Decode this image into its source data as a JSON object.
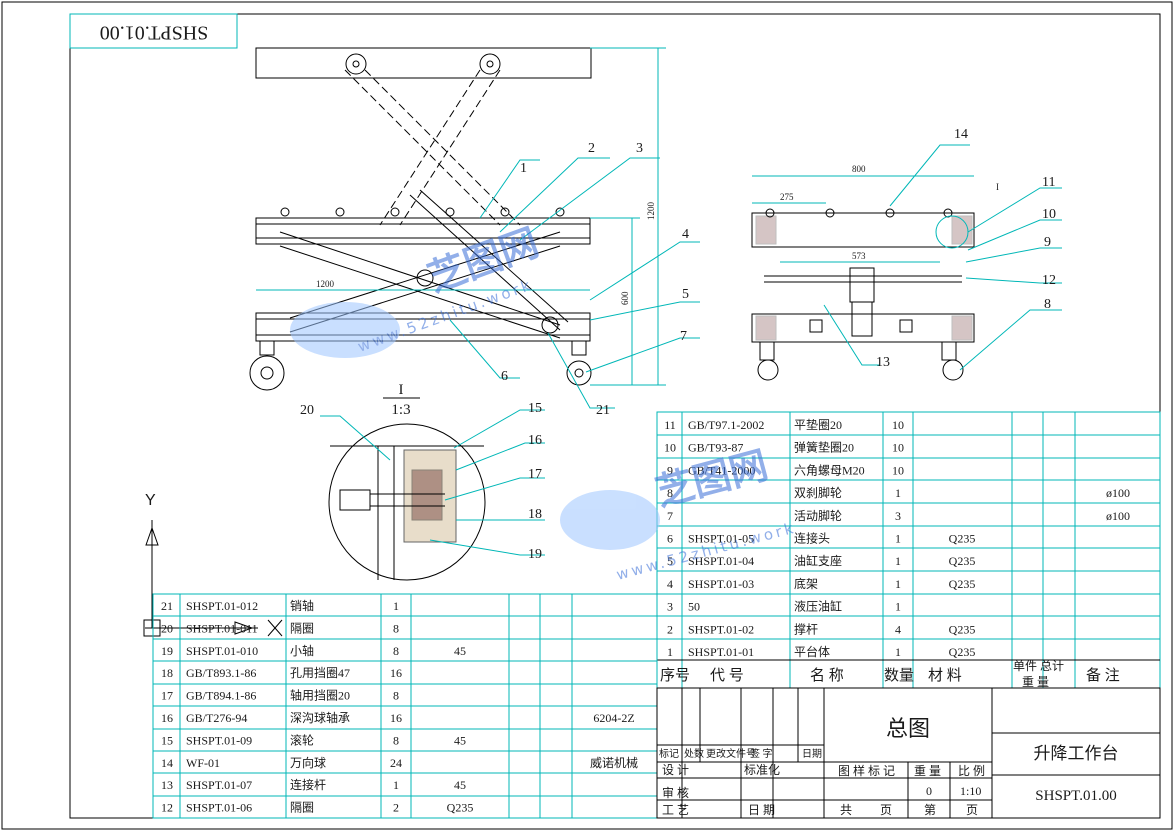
{
  "drawing_code_mirrored": "SHSPT.01.00",
  "watermark": {
    "brand": "芝图网",
    "url": "www.52zhitu.work"
  },
  "view_labels": {
    "detail_title": "I",
    "detail_scale": "1:3",
    "detail_marker": "I"
  },
  "axis_label": "Y",
  "dimensions": {
    "front_length": "1200",
    "front_height_total": "1200",
    "front_height_lower": "600",
    "side_width": "800",
    "side_left_offset": "275",
    "side_inner": "573"
  },
  "balloons": {
    "front": [
      "1",
      "2",
      "3",
      "4",
      "5",
      "6",
      "7",
      "21"
    ],
    "side": [
      "14",
      "11",
      "10",
      "9",
      "12",
      "8",
      "13"
    ],
    "detail": [
      "20",
      "15",
      "16",
      "17",
      "18",
      "19"
    ]
  },
  "bom_right": [
    {
      "no": "11",
      "code": "GB/T97.1-2002",
      "name": "平垫圈20",
      "qty": "10",
      "mat": "",
      "note": ""
    },
    {
      "no": "10",
      "code": "GB/T93-87",
      "name": "弹簧垫圈20",
      "qty": "10",
      "mat": "",
      "note": ""
    },
    {
      "no": "9",
      "code": "GB/T41-2000",
      "name": "六角螺母M20",
      "qty": "10",
      "mat": "",
      "note": ""
    },
    {
      "no": "8",
      "code": "",
      "name": "双刹脚轮",
      "qty": "1",
      "mat": "",
      "note": "ø100"
    },
    {
      "no": "7",
      "code": "",
      "name": "活动脚轮",
      "qty": "3",
      "mat": "",
      "note": "ø100"
    },
    {
      "no": "6",
      "code": "SHSPT.01-05",
      "name": "连接头",
      "qty": "1",
      "mat": "Q235",
      "note": ""
    },
    {
      "no": "5",
      "code": "SHSPT.01-04",
      "name": "油缸支座",
      "qty": "1",
      "mat": "Q235",
      "note": ""
    },
    {
      "no": "4",
      "code": "SHSPT.01-03",
      "name": "底架",
      "qty": "1",
      "mat": "Q235",
      "note": ""
    },
    {
      "no": "3",
      "code": "50",
      "name": "液压油缸",
      "qty": "1",
      "mat": "",
      "note": ""
    },
    {
      "no": "2",
      "code": "SHSPT.01-02",
      "name": "撑杆",
      "qty": "4",
      "mat": "Q235",
      "note": ""
    },
    {
      "no": "1",
      "code": "SHSPT.01-01",
      "name": "平台体",
      "qty": "1",
      "mat": "Q235",
      "note": ""
    }
  ],
  "bom_header": {
    "no": "序号",
    "code": "代 号",
    "name": "名 称",
    "qty": "数量",
    "mat": "材 料",
    "unit_total": "单件 总计",
    "weight": "重 量",
    "note": "备 注"
  },
  "bom_left": [
    {
      "no": "21",
      "code": "SHSPT.01-012",
      "name": "销轴",
      "qty": "1",
      "mat": "",
      "note": ""
    },
    {
      "no": "20",
      "code": "SHSPT.01-011",
      "name": "隔圈",
      "qty": "8",
      "mat": "",
      "note": ""
    },
    {
      "no": "19",
      "code": "SHSPT.01-010",
      "name": "小轴",
      "qty": "8",
      "mat": "45",
      "note": ""
    },
    {
      "no": "18",
      "code": "GB/T893.1-86",
      "name": "孔用挡圈47",
      "qty": "16",
      "mat": "",
      "note": ""
    },
    {
      "no": "17",
      "code": "GB/T894.1-86",
      "name": "轴用挡圈20",
      "qty": "8",
      "mat": "",
      "note": ""
    },
    {
      "no": "16",
      "code": "GB/T276-94",
      "name": "深沟球轴承",
      "qty": "16",
      "mat": "",
      "note": "6204-2Z"
    },
    {
      "no": "15",
      "code": "SHSPT.01-09",
      "name": "滚轮",
      "qty": "8",
      "mat": "45",
      "note": ""
    },
    {
      "no": "14",
      "code": "WF-01",
      "name": "万向球",
      "qty": "24",
      "mat": "",
      "note": "威诺机械"
    },
    {
      "no": "13",
      "code": "SHSPT.01-07",
      "name": "连接杆",
      "qty": "1",
      "mat": "45",
      "note": ""
    },
    {
      "no": "12",
      "code": "SHSPT.01-06",
      "name": "隔圈",
      "qty": "2",
      "mat": "Q235",
      "note": ""
    }
  ],
  "title_block": {
    "drawing_title": "总图",
    "product_name": "升降工作台",
    "drawing_code": "SHSPT.01.00",
    "rev_labels": [
      "标记",
      "处数",
      "更改文件号",
      "签 字",
      "日期"
    ],
    "design": "设 计",
    "standardize": "标准化",
    "review": "审 核",
    "process": "工 艺",
    "date": "日 期",
    "stage_mark": "图 样 标 记",
    "weight_label": "重 量",
    "scale_label": "比 例",
    "weight_value": "0",
    "scale_value": "1:10",
    "sheets_total": "共",
    "sheets_unit": "页",
    "sheet_no": "第",
    "sheet_unit2": "页"
  }
}
